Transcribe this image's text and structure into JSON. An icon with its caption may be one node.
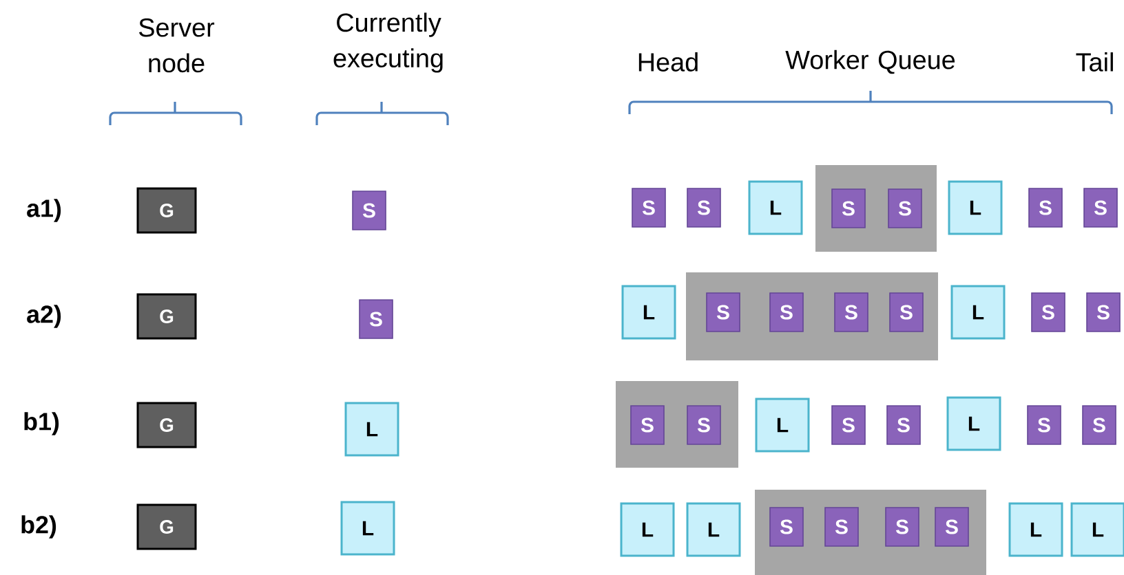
{
  "diagram": {
    "nodes": [
      {
        "text": [
          "G"
        ]
      },
      {
        "text": [
          "S"
        ]
      },
      {
        "text": [
          "S"
        ]
      },
      {
        "text": [
          "S"
        ]
      },
      {
        "text": [
          "L"
        ]
      },
      {
        "text": [],
        "shape": "box"
      },
      {
        "text": [
          "S"
        ],
        "in": 5
      },
      {
        "text": [
          "S"
        ],
        "in": 5
      },
      {
        "text": [
          "L"
        ]
      },
      {
        "text": [
          "S"
        ]
      },
      {
        "text": [
          "S"
        ]
      },
      {
        "text": [
          "G"
        ]
      },
      {
        "text": [
          "S"
        ]
      },
      {
        "text": [
          "L"
        ]
      },
      {
        "text": [],
        "shape": "box"
      },
      {
        "text": [
          "S"
        ],
        "in": 14
      },
      {
        "text": [
          "S"
        ],
        "in": 14
      },
      {
        "text": [
          "S"
        ],
        "in": 14
      },
      {
        "text": [
          "S"
        ],
        "in": 14
      },
      {
        "text": [
          "L"
        ]
      },
      {
        "text": [
          "S"
        ]
      },
      {
        "text": [
          "S"
        ]
      },
      {
        "text": [
          "G"
        ]
      },
      {
        "text": [
          "L"
        ]
      },
      {
        "text": [],
        "shape": "box"
      },
      {
        "text": [
          "S"
        ],
        "in": 24
      },
      {
        "text": [
          "S"
        ],
        "in": 24
      },
      {
        "text": [
          "L"
        ]
      },
      {
        "text": [
          "S"
        ]
      },
      {
        "text": [
          "S"
        ]
      },
      {
        "text": [
          "L"
        ]
      },
      {
        "text": [
          "S"
        ]
      },
      {
        "text": [
          "S"
        ]
      },
      {
        "text": [
          "G"
        ]
      },
      {
        "text": [
          "L"
        ]
      },
      {
        "text": [
          "L"
        ]
      },
      {
        "text": [
          "L"
        ]
      },
      {
        "text": [],
        "shape": "box"
      },
      {
        "text": [
          "S"
        ],
        "in": 37
      },
      {
        "text": [
          "S"
        ],
        "in": 37
      },
      {
        "text": [
          "S"
        ],
        "in": 37
      },
      {
        "text": [
          "S"
        ],
        "in": 37
      },
      {
        "text": [
          "L"
        ]
      },
      {
        "text": [
          "L"
        ]
      }
    ],
    "labels": [
      "Server node",
      "Currently executing",
      "Head",
      "Worker Queue",
      "Tail",
      "a1)",
      "a2)",
      "b1)",
      "b2)"
    ]
  }
}
